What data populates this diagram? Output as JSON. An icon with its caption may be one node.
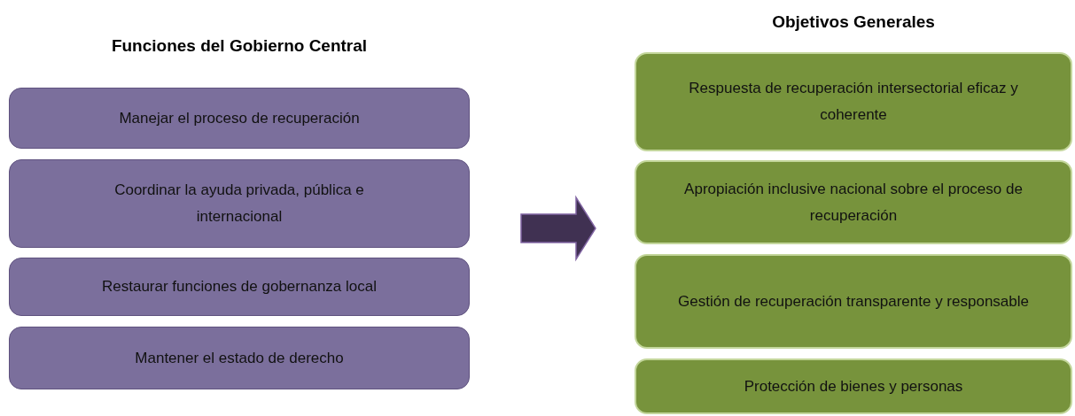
{
  "diagram": {
    "nodes": [
      {
        "text": [
          "Funciones del Gobierno Central"
        ]
      },
      {
        "text": [
          "Manejar el proceso de recuperación"
        ],
        "in": 0
      },
      {
        "text": [
          "Coordinar la ayuda privada, pública e internacional"
        ],
        "in": 0
      },
      {
        "text": [
          "Restaurar funciones de gobernanza local"
        ],
        "in": 0
      },
      {
        "text": [
          "Mantener el estado de derecho"
        ],
        "in": 0
      },
      {
        "text": [
          "Objetivos Generales"
        ]
      },
      {
        "text": [
          "Respuesta de recuperación intersectorial eficaz y coherente"
        ],
        "in": 5
      },
      {
        "text": [
          "Apropiación inclusive nacional sobre el proceso de recuperación"
        ],
        "in": 5
      },
      {
        "text": [
          "Gestión de recuperación transparente y responsable"
        ],
        "in": 5
      },
      {
        "text": [
          "Protección de bienes y personas"
        ],
        "in": 5
      }
    ],
    "edges": [
      {
        "from": 0,
        "to": 5,
        "arrow": "to",
        "style": "thick"
      }
    ]
  }
}
